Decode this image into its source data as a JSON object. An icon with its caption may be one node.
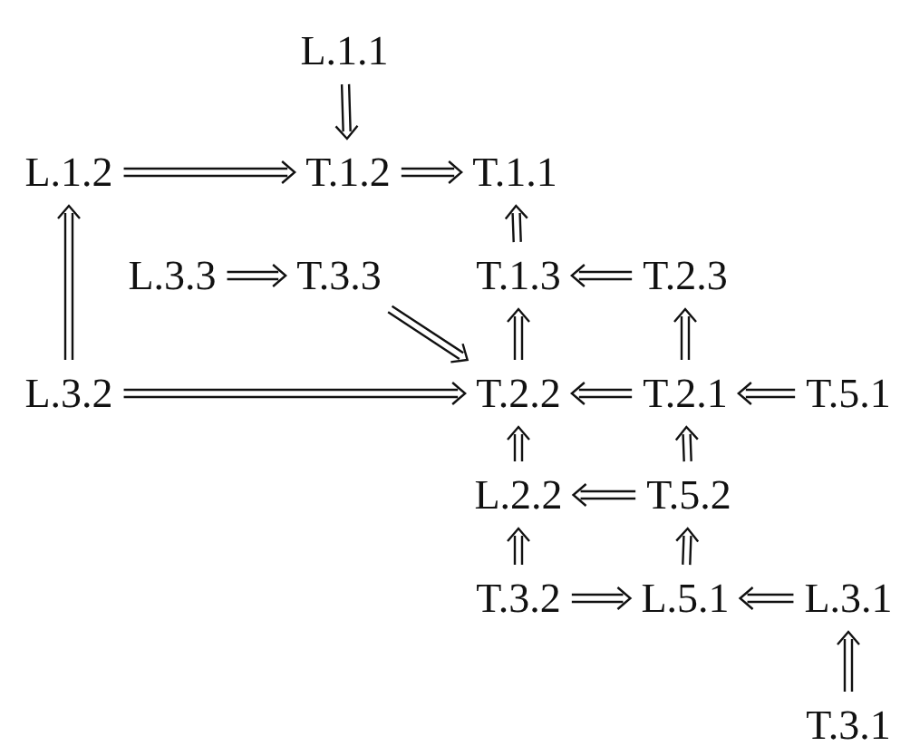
{
  "diagram": {
    "nodes": [
      {
        "text": [
          "L.1.1"
        ]
      },
      {
        "text": [
          "L.1.2"
        ]
      },
      {
        "text": [
          "T.1.2"
        ]
      },
      {
        "text": [
          "T.1.1"
        ]
      },
      {
        "text": [
          "L.3.3"
        ]
      },
      {
        "text": [
          "T.3.3"
        ]
      },
      {
        "text": [
          "T.1.3"
        ]
      },
      {
        "text": [
          "T.2.3"
        ]
      },
      {
        "text": [
          "L.3.2"
        ]
      },
      {
        "text": [
          "T.2.2"
        ]
      },
      {
        "text": [
          "T.2.1"
        ]
      },
      {
        "text": [
          "T.5.1"
        ]
      },
      {
        "text": [
          "L.2.2"
        ]
      },
      {
        "text": [
          "T.5.2"
        ]
      },
      {
        "text": [
          "T.3.2"
        ]
      },
      {
        "text": [
          "L.5.1"
        ]
      },
      {
        "text": [
          "L.3.1"
        ]
      },
      {
        "text": [
          "T.3.1"
        ]
      }
    ],
    "edges": [
      {
        "from": 0,
        "to": 2,
        "arrow": "to"
      },
      {
        "from": 1,
        "to": 2,
        "arrow": "to"
      },
      {
        "from": 2,
        "to": 3,
        "arrow": "to"
      },
      {
        "from": 6,
        "to": 3,
        "arrow": "to"
      },
      {
        "from": 8,
        "to": 1,
        "arrow": "to"
      },
      {
        "from": 4,
        "to": 5,
        "arrow": "to"
      },
      {
        "from": 7,
        "to": 6,
        "arrow": "to"
      },
      {
        "from": 5,
        "to": 9,
        "arrow": "to"
      },
      {
        "from": 9,
        "to": 6,
        "arrow": "to"
      },
      {
        "from": 10,
        "to": 7,
        "arrow": "to"
      },
      {
        "from": 8,
        "to": 9,
        "arrow": "to"
      },
      {
        "from": 10,
        "to": 9,
        "arrow": "to"
      },
      {
        "from": 11,
        "to": 10,
        "arrow": "to"
      },
      {
        "from": 12,
        "to": 9,
        "arrow": "to"
      },
      {
        "from": 13,
        "to": 10,
        "arrow": "to"
      },
      {
        "from": 13,
        "to": 12,
        "arrow": "to"
      },
      {
        "from": 14,
        "to": 12,
        "arrow": "to"
      },
      {
        "from": 15,
        "to": 13,
        "arrow": "to"
      },
      {
        "from": 14,
        "to": 15,
        "arrow": "to"
      },
      {
        "from": 16,
        "to": 15,
        "arrow": "to"
      },
      {
        "from": 17,
        "to": 16,
        "arrow": "to"
      }
    ]
  }
}
